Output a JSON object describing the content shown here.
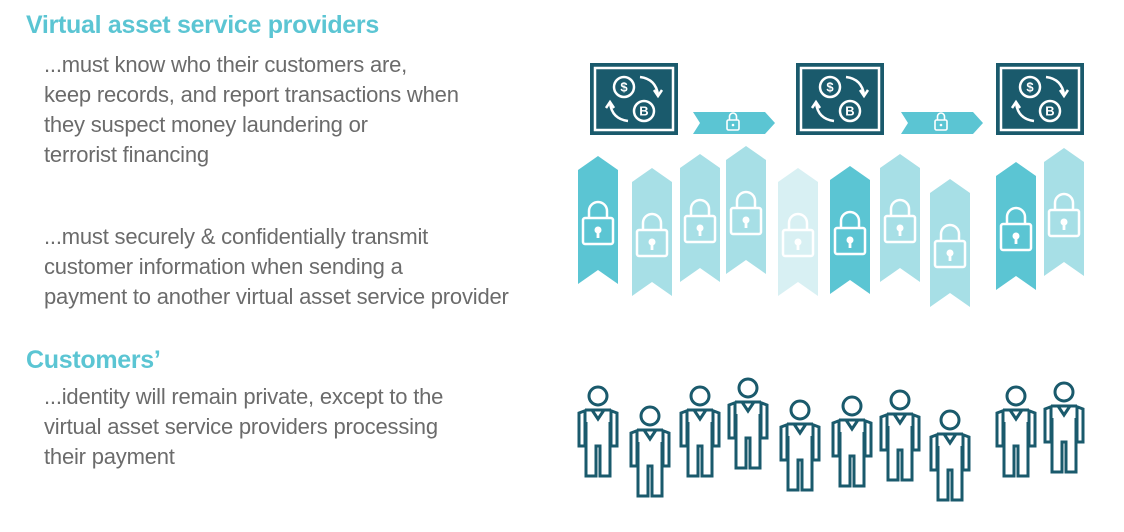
{
  "vasp": {
    "heading": "Virtual asset service providers",
    "paragraph1": [
      "...must know who their customers are,",
      "keep records, and report transactions when",
      "they suspect money laundering or",
      "terrorist financing"
    ],
    "paragraph2": [
      "...must securely & confidentially transmit",
      "customer information when sending a",
      "payment to another virtual asset service provider"
    ]
  },
  "customers": {
    "heading": "Customers’",
    "paragraph": [
      "...identity will remain private, except to the",
      "virtual asset service providers processing",
      "their payment"
    ]
  },
  "graphic": {
    "provider_count": 3,
    "provider_icon": "currency-exchange-icon",
    "transfer_icon": "lock-arrow-icon",
    "record_icon": "lock-ribbon-icon",
    "customer_icon": "person-icon",
    "colors": {
      "dark_teal": "#1a5a6c",
      "teal": "#5bc5d3",
      "light_teal": "#a7dfe6",
      "faint": "#d8f0f3"
    },
    "ribbons": [
      {
        "shade": "teal"
      },
      {
        "shade": "light_teal"
      },
      {
        "shade": "light_teal"
      },
      {
        "shade": "light_teal"
      },
      {
        "shade": "faint"
      },
      {
        "shade": "teal"
      },
      {
        "shade": "light_teal"
      },
      {
        "shade": "light_teal"
      },
      {
        "shade": "teal"
      },
      {
        "shade": "light_teal"
      }
    ],
    "people_count": 10
  }
}
